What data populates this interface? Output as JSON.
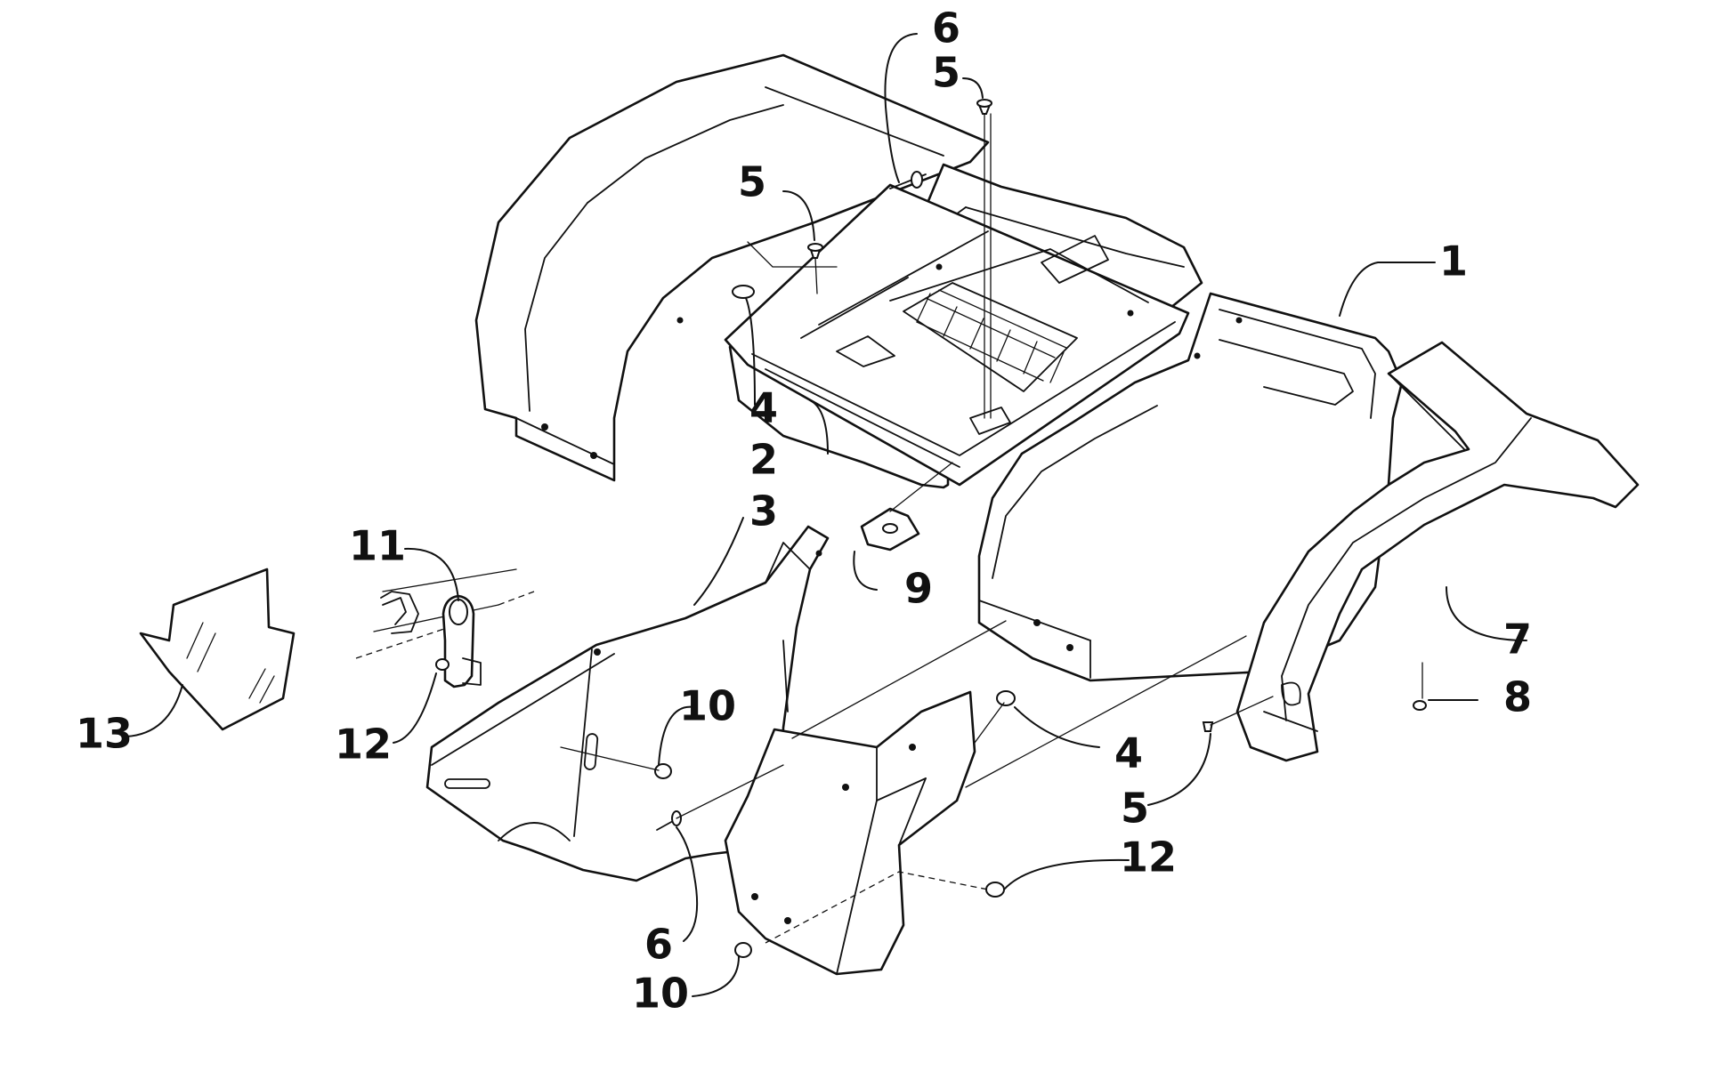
{
  "diagram": {
    "line_color": "#111111",
    "background": "#ffffff",
    "callouts": [
      {
        "id": "c1",
        "text": "1"
      },
      {
        "id": "c2",
        "text": "2"
      },
      {
        "id": "c3",
        "text": "3"
      },
      {
        "id": "c4a",
        "text": "4"
      },
      {
        "id": "c4b",
        "text": "4"
      },
      {
        "id": "c5a",
        "text": "5"
      },
      {
        "id": "c5b",
        "text": "5"
      },
      {
        "id": "c5c",
        "text": "5"
      },
      {
        "id": "c6a",
        "text": "6"
      },
      {
        "id": "c6b",
        "text": "6"
      },
      {
        "id": "c7",
        "text": "7"
      },
      {
        "id": "c8",
        "text": "8"
      },
      {
        "id": "c9",
        "text": "9"
      },
      {
        "id": "c10a",
        "text": "10"
      },
      {
        "id": "c10b",
        "text": "10"
      },
      {
        "id": "c11",
        "text": "11"
      },
      {
        "id": "c12a",
        "text": "12"
      },
      {
        "id": "c12b",
        "text": "12"
      },
      {
        "id": "c13",
        "text": "13"
      }
    ]
  }
}
